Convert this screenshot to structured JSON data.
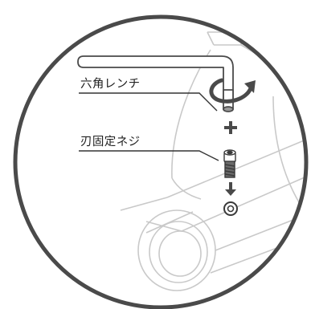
{
  "labels": {
    "wrench": "六角レンチ",
    "screw": "刃固定ネジ"
  },
  "colors": {
    "outline": "#4a4a4a",
    "machine_part": "#c9c9c9",
    "arrow": "#4a4a4a",
    "background": "#ffffff"
  },
  "icons": {
    "rotation": "curved-rotation-arrow",
    "plus": "plus-sign",
    "down": "down-arrow",
    "washer": "washer-ring"
  }
}
